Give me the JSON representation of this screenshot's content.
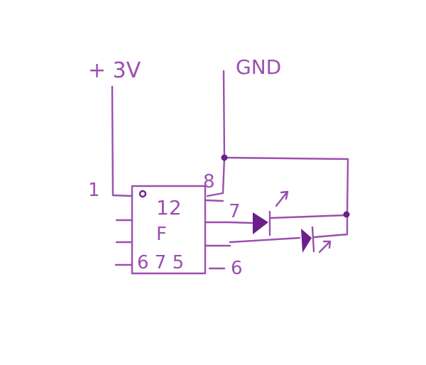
{
  "diagram": {
    "ink_color": "#9b4fb0",
    "ink_dark": "#6a1f8a",
    "labels": {
      "vcc": "+ 3V",
      "gnd": "GND",
      "pin1": "1",
      "pin8": "8",
      "pin7": "7",
      "pin6": "6"
    },
    "chip": {
      "line1": "12",
      "line2": "F",
      "line3": "6 7 5"
    }
  }
}
